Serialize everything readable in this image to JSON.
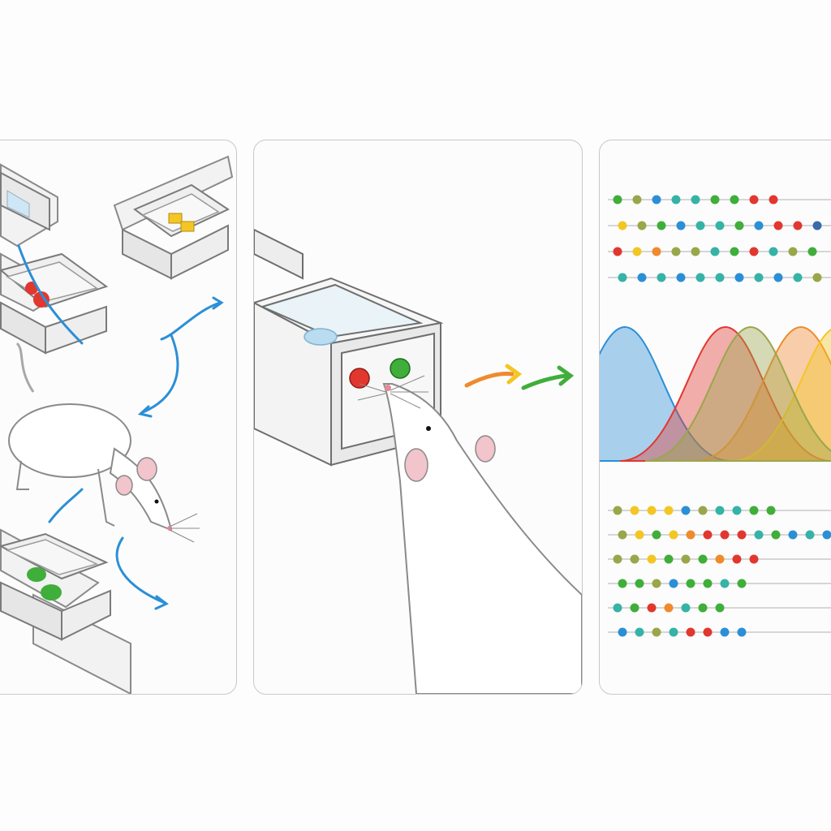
{
  "colors": {
    "red": "#e2372f",
    "green": "#3fae3a",
    "yellow": "#f3c623",
    "blue": "#2b8fd6",
    "orange": "#f08a2c",
    "teal": "#35b3a7",
    "olive": "#9aa64a",
    "navy": "#3a6aa8",
    "panel_border": "#c8c8c8"
  },
  "panels": [
    {
      "id": "maze-overview",
      "icons": [
        "rat-icon",
        "food-box-icon",
        "arrow-icon"
      ]
    },
    {
      "id": "nose-poke",
      "icons": [
        "rat-icon",
        "red-light-icon",
        "green-light-icon",
        "arrow-icon"
      ]
    },
    {
      "id": "neural-activity",
      "icons": [
        "spike-raster",
        "tuning-curves"
      ]
    }
  ],
  "raster_top_rows": [
    [
      "green",
      "olive",
      "blue",
      "teal",
      "teal",
      "green",
      "green",
      "red",
      "red"
    ],
    [
      "yellow",
      "olive",
      "green",
      "blue",
      "teal",
      "teal",
      "green",
      "blue",
      "red",
      "red",
      "navy"
    ],
    [
      "red",
      "yellow",
      "orange",
      "olive",
      "olive",
      "teal",
      "green",
      "red",
      "teal",
      "olive",
      "green"
    ],
    [
      "teal",
      "blue",
      "teal",
      "blue",
      "teal",
      "teal",
      "blue",
      "teal",
      "blue",
      "teal",
      "olive",
      "green"
    ]
  ],
  "raster_bottom_rows": [
    [
      "olive",
      "yellow",
      "yellow",
      "yellow",
      "blue",
      "olive",
      "teal",
      "teal",
      "green",
      "green"
    ],
    [
      "olive",
      "yellow",
      "green",
      "yellow",
      "orange",
      "red",
      "red",
      "red",
      "teal",
      "green",
      "blue",
      "teal",
      "blue"
    ],
    [
      "olive",
      "olive",
      "yellow",
      "green",
      "olive",
      "green",
      "orange",
      "red",
      "red"
    ],
    [
      "green",
      "green",
      "olive",
      "blue",
      "green",
      "green",
      "teal",
      "green"
    ],
    [
      "teal",
      "green",
      "red",
      "orange",
      "teal",
      "green",
      "green"
    ],
    [
      "blue",
      "teal",
      "olive",
      "teal",
      "red",
      "red",
      "blue",
      "blue"
    ]
  ],
  "tuning_curves": [
    {
      "color": "#2b8fd6",
      "peak": 0.1
    },
    {
      "color": "#e2372f",
      "peak": 0.5
    },
    {
      "color": "#f08a2c",
      "peak": 0.8
    },
    {
      "color": "#f3c623",
      "peak": 0.95
    },
    {
      "color": "#9aa64a",
      "peak": 0.6
    }
  ]
}
